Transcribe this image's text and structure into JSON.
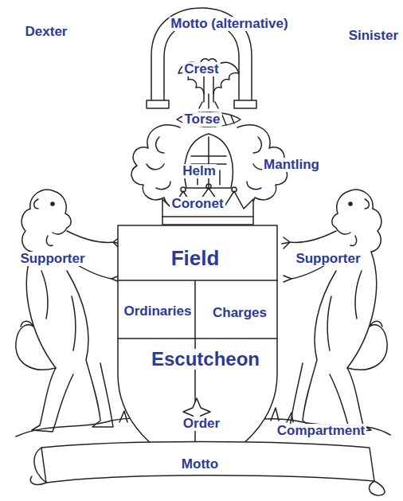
{
  "diagram": {
    "labels": [
      "Dexter",
      "Motto (alternative)",
      "Sinister",
      "Crest",
      "Torse",
      "Helm",
      "Mantling",
      "Coronet",
      "Supporter",
      "Field",
      "Supporter",
      "Ordinaries",
      "Charges",
      "Escutcheon",
      "Order",
      "Compartment",
      "Motto"
    ]
  }
}
